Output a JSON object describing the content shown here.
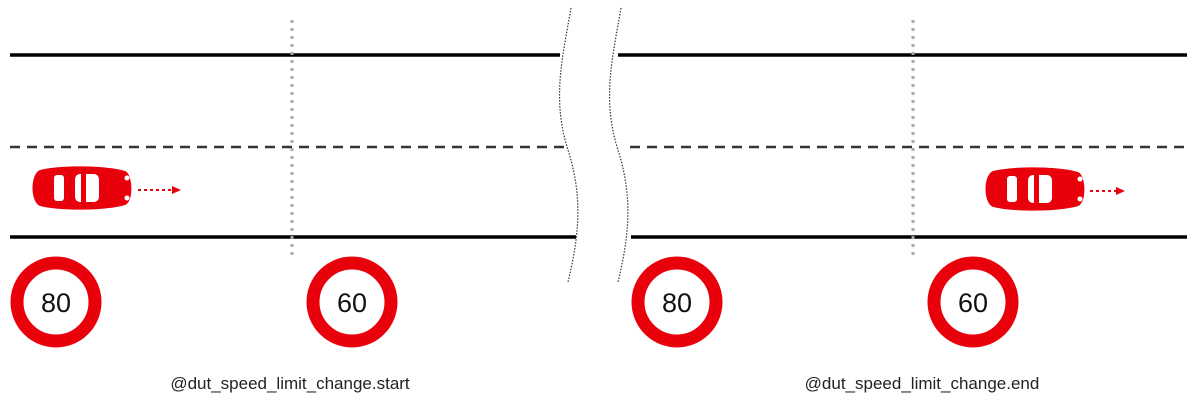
{
  "colors": {
    "road_edge": "#000000",
    "lane_divider": "#333333",
    "marker_line": "#aaaaaa",
    "sign_ring": "#e8000b",
    "vehicle": "#e8000b",
    "background": "#ffffff"
  },
  "diagram": {
    "left_panel": {
      "signs": [
        "80",
        "60"
      ],
      "caption": "@dut_speed_limit_change.start"
    },
    "right_panel": {
      "signs": [
        "80",
        "60"
      ],
      "caption": "@dut_speed_limit_change.end"
    }
  }
}
